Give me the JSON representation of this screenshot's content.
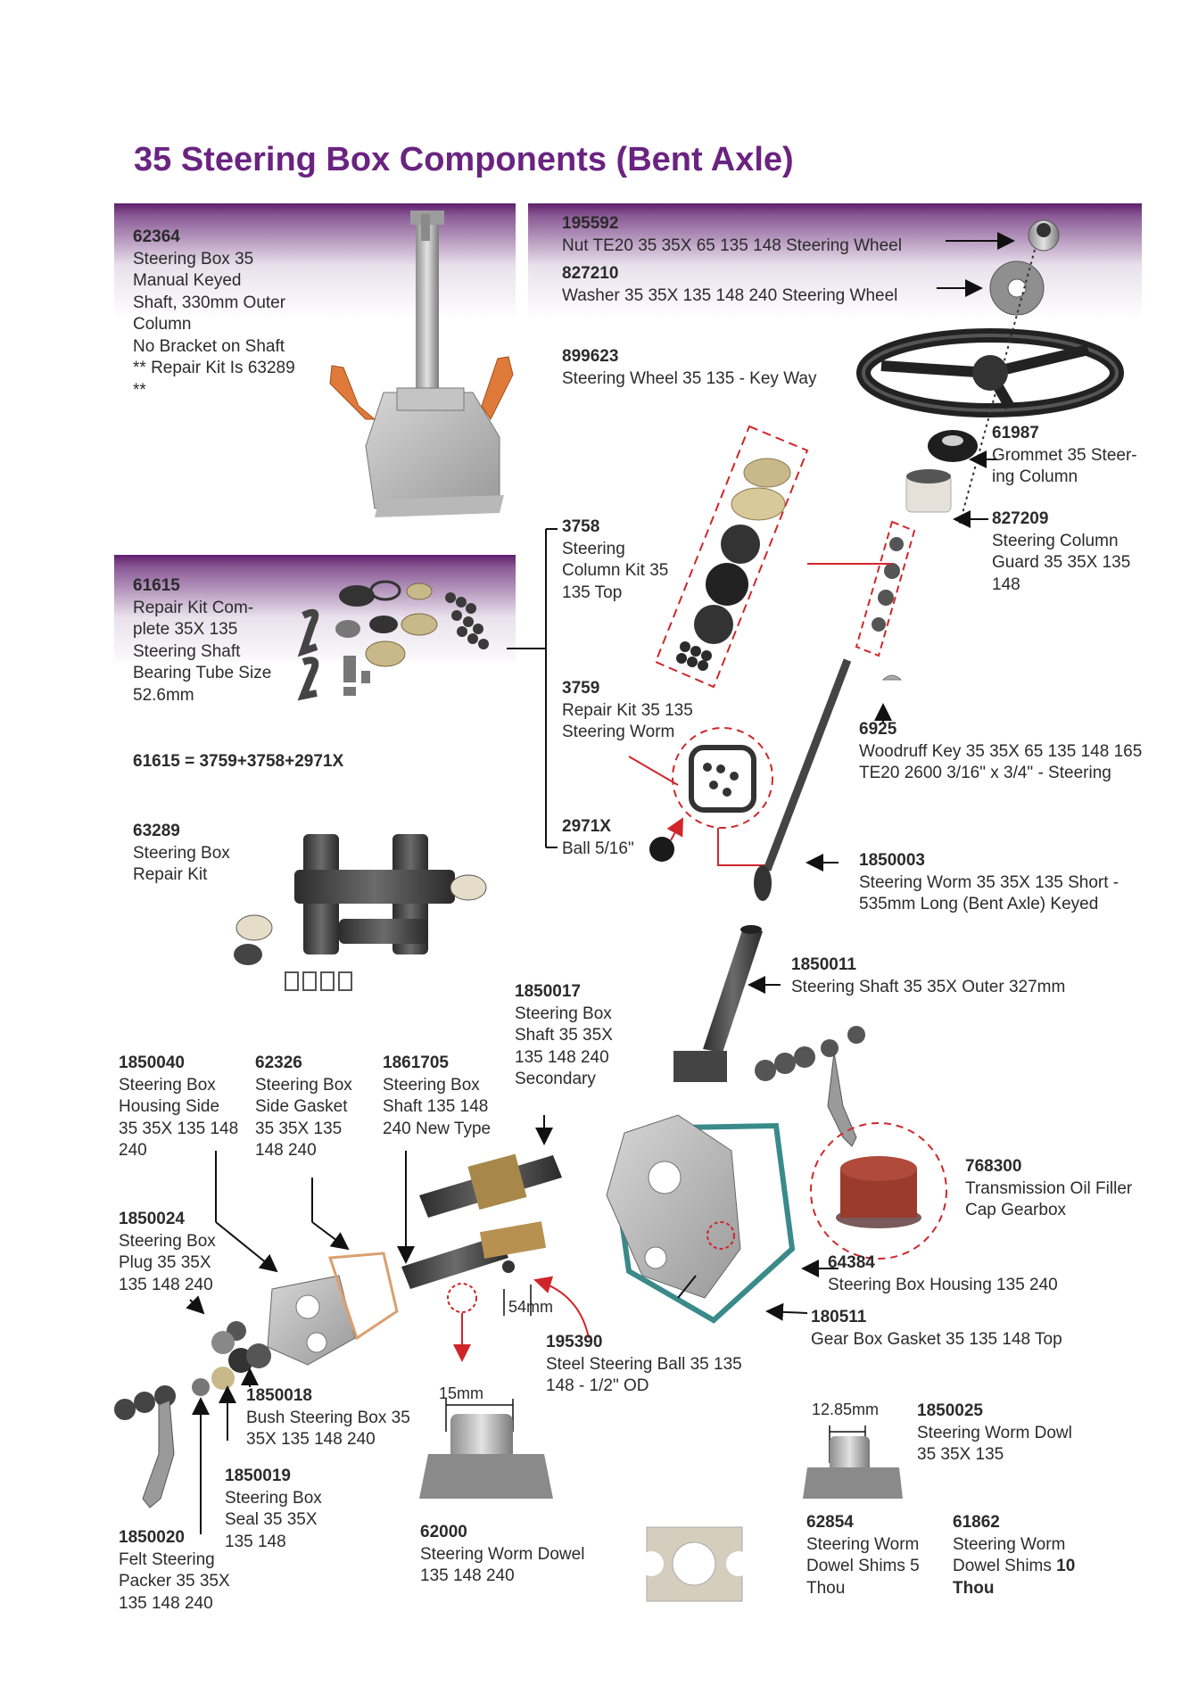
{
  "title": "35 Steering Box Components (Bent Axle)",
  "formula": "61615 = 3759+3758+2971X",
  "dimensions": {
    "d54": "54mm",
    "d15": "15mm",
    "d1285": "12.85mm"
  },
  "items": {
    "i62364": {
      "code": "62364",
      "lines": [
        "Steering Box 35",
        "Manual Keyed",
        "Shaft, 330mm Outer",
        "Column",
        "No Bracket on Shaft",
        "** Repair Kit Is 63289",
        "**"
      ]
    },
    "i195592": {
      "code": "195592",
      "lines": [
        "Nut TE20 35 35X 65 135 148 Steering Wheel"
      ]
    },
    "i827210": {
      "code": "827210",
      "lines": [
        "Washer 35 35X 135 148 240 Steering Wheel"
      ]
    },
    "i899623": {
      "code": "899623",
      "lines": [
        "Steering Wheel 35 135 - Key Way"
      ]
    },
    "i61987": {
      "code": "61987",
      "lines": [
        "Grommet 35 Steer-",
        "ing Column"
      ]
    },
    "i827209": {
      "code": "827209",
      "lines": [
        "Steering Column",
        "Guard 35 35X 135",
        "148"
      ]
    },
    "i3758": {
      "code": "3758",
      "lines": [
        "Steering",
        "Column Kit 35",
        "135 Top"
      ]
    },
    "i61615": {
      "code": "61615",
      "lines": [
        "Repair Kit Com-",
        "plete 35X 135",
        "Steering Shaft",
        "Bearing Tube Size",
        "52.6mm"
      ]
    },
    "i3759": {
      "code": "3759",
      "lines": [
        "Repair Kit 35 135",
        "Steering Worm"
      ]
    },
    "i6925": {
      "code": "6925",
      "lines": [
        "Woodruff Key 35 35X 65 135 148 165",
        "TE20 2600 3/16\" x 3/4\" - Steering"
      ]
    },
    "i63289": {
      "code": "63289",
      "lines": [
        "Steering Box",
        "Repair Kit"
      ]
    },
    "i2971X": {
      "code": "2971X",
      "lines": [
        "Ball 5/16\""
      ]
    },
    "i1850003": {
      "code": "1850003",
      "lines": [
        "Steering Worm 35 35X 135 Short -",
        "535mm Long (Bent Axle) Keyed"
      ]
    },
    "i1850011": {
      "code": "1850011",
      "lines": [
        "Steering Shaft 35 35X Outer 327mm"
      ]
    },
    "i1850017": {
      "code": "1850017",
      "lines": [
        "Steering Box",
        "Shaft 35 35X",
        "135 148 240",
        "Secondary"
      ]
    },
    "i1850040": {
      "code": "1850040",
      "lines": [
        "Steering Box",
        "Housing Side",
        "35 35X 135 148",
        "240"
      ]
    },
    "i62326": {
      "code": "62326",
      "lines": [
        "Steering Box",
        "Side Gasket",
        "35 35X 135",
        "148 240"
      ]
    },
    "i1861705": {
      "code": "1861705",
      "lines": [
        "Steering Box",
        "Shaft 135 148",
        "240 New Type"
      ]
    },
    "i768300": {
      "code": "768300",
      "lines": [
        "Transmission Oil Filler",
        "Cap Gearbox"
      ]
    },
    "i1850024": {
      "code": "1850024",
      "lines": [
        "Steering Box",
        "Plug 35 35X",
        "135 148 240"
      ]
    },
    "i64384": {
      "code": "64384",
      "lines": [
        "Steering Box Housing 135 240"
      ]
    },
    "i180511": {
      "code": "180511",
      "lines": [
        "Gear Box Gasket 35 135 148 Top"
      ]
    },
    "i195390": {
      "code": "195390",
      "lines": [
        "Steel Steering Ball 35 135",
        "148 - 1/2\" OD"
      ]
    },
    "i1850018": {
      "code": "1850018",
      "lines": [
        "Bush Steering Box 35",
        "35X 135 148 240"
      ]
    },
    "i1850025": {
      "code": "1850025",
      "lines": [
        "Steering Worm Dowl",
        "35 35X 135"
      ]
    },
    "i1850019": {
      "code": "1850019",
      "lines": [
        "Steering Box",
        "Seal 35 35X",
        "135 148"
      ]
    },
    "i62000": {
      "code": "62000",
      "lines": [
        "Steering Worm Dowel",
        "135 148 240"
      ]
    },
    "i62854": {
      "code": "62854",
      "lines": [
        "Steering Worm",
        "Dowel Shims 5",
        "Thou"
      ]
    },
    "i61862": {
      "code": "61862",
      "lines": [
        "Steering Worm",
        "Dowel Shims",
        "Thou"
      ],
      "bold_suffix": "10"
    },
    "i1850020": {
      "code": "1850020",
      "lines": [
        "Felt Steering",
        "Packer 35 35X",
        "135 148 240"
      ]
    }
  }
}
